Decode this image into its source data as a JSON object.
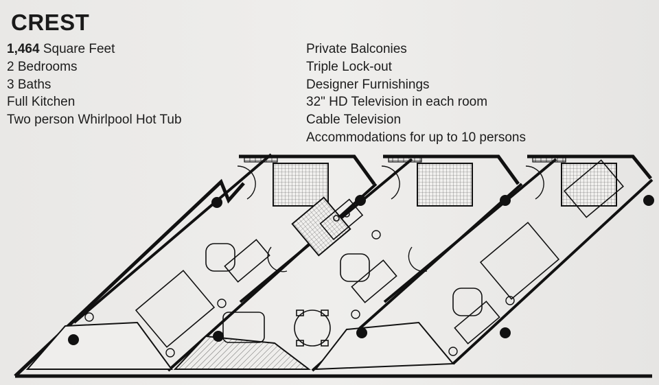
{
  "title": "CREST",
  "features_left": {
    "area_value": "1,464",
    "area_unit": "Square Feet",
    "bedrooms": "2 Bedrooms",
    "baths": "3 Baths",
    "kitchen": "Full Kitchen",
    "hot_tub": "Two person Whirlpool Hot Tub"
  },
  "features_right": [
    "Private Balconies",
    "Triple Lock-out",
    "Designer Furnishings",
    "32\" HD Television in each room",
    "Cable Television",
    "Accommodations for up to 10 persons"
  ],
  "colors": {
    "paper": "#ecebe9",
    "ink": "#1c1c1c",
    "wall": "#111111"
  }
}
